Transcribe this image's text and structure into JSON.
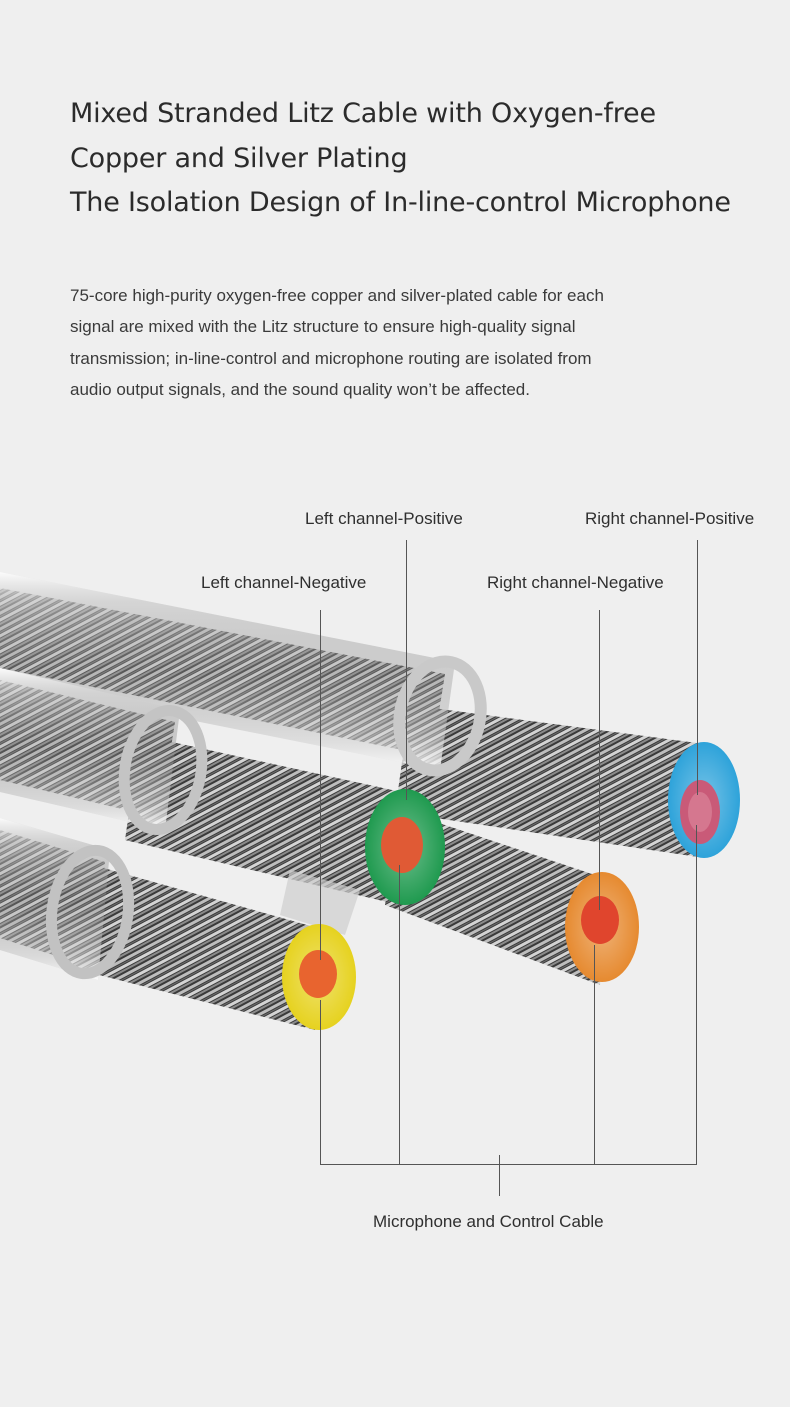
{
  "heading": {
    "line1": "Mixed Stranded Litz Cable with Oxygen-free",
    "line2": "Copper and Silver Plating",
    "line3": "The Isolation Design of In-line-control Microphone"
  },
  "description": {
    "line1": "75-core high-purity oxygen-free copper and silver-plated cable for each",
    "line2": "signal are mixed with the Litz structure to ensure high-quality signal",
    "line3": "transmission; in-line-control and microphone routing are isolated from",
    "line4": "audio output signals, and the sound quality won’t be affected."
  },
  "labels": {
    "left_positive": "Left channel-Positive",
    "right_positive": "Right channel-Positive",
    "left_negative": "Left channel-Negative",
    "right_negative": "Right channel-Negative",
    "mic_control": "Microphone and Control Cable"
  },
  "colors": {
    "background": "#efefef",
    "left_positive_insulation": "#1f9a4f",
    "right_positive_insulation": "#2ea3da",
    "left_negative_insulation": "#e6d21f",
    "right_negative_insulation": "#e68a30",
    "core_copper": "#e05a35",
    "core_pink": "#c95a78"
  }
}
